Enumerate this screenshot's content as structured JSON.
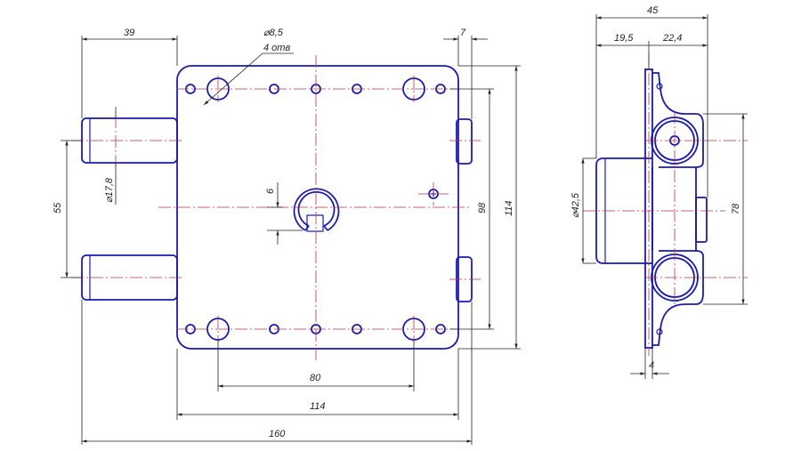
{
  "drawing": {
    "front_view": {
      "dim_bolt_offset": "39",
      "dim_hole_diameter": "⌀8,5",
      "dim_hole_count": "4 отв",
      "dim_edge_offset": "7",
      "dim_bolt_diameter": "⌀17,8",
      "dim_bolt_spacing": "55",
      "dim_key_offset": "6",
      "dim_inner_height": "98",
      "dim_outer_height": "114",
      "dim_hole_spacing": "80",
      "dim_body_width": "114",
      "dim_overall_width": "160"
    },
    "side_view": {
      "dim_total_depth": "45",
      "dim_depth_left": "19,5",
      "dim_depth_right": "22,4",
      "dim_cylinder_diameter": "⌀42,5",
      "dim_bolt_centers": "78",
      "dim_plate_thickness": "4"
    }
  }
}
